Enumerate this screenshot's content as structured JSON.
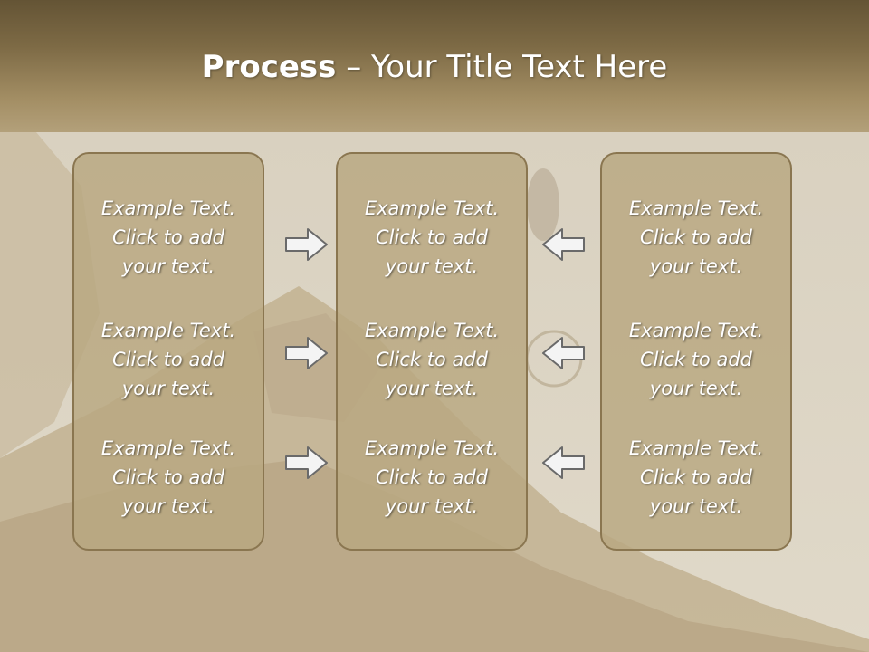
{
  "slide": {
    "title_bold": "Process",
    "title_sep": " – ",
    "title_rest": "Your Title Text Here"
  },
  "columns": [
    {
      "blocks": [
        "Example Text.\nClick  to add\nyour text.",
        "Example Text.\nClick  to add\nyour text.",
        "Example Text.\nClick  to add\nyour text."
      ]
    },
    {
      "blocks": [
        "Example Text.\nClick  to add\nyour text.",
        "Example Text.\nClick  to add\nyour text.",
        "Example Text.\nClick  to add\nyour text."
      ]
    },
    {
      "blocks": [
        "Example Text.\nClick  to add\nyour text.",
        "Example Text.\nClick  to add\nyour text.",
        "Example Text.\nClick  to add\nyour text."
      ]
    }
  ],
  "arrows": {
    "left_group": "arrow-right-icon",
    "right_group": "arrow-left-icon"
  },
  "colors": {
    "header": "#7d6a45",
    "panel": "#b8a780",
    "panel_border": "#8a7650",
    "text": "#ffffff"
  }
}
